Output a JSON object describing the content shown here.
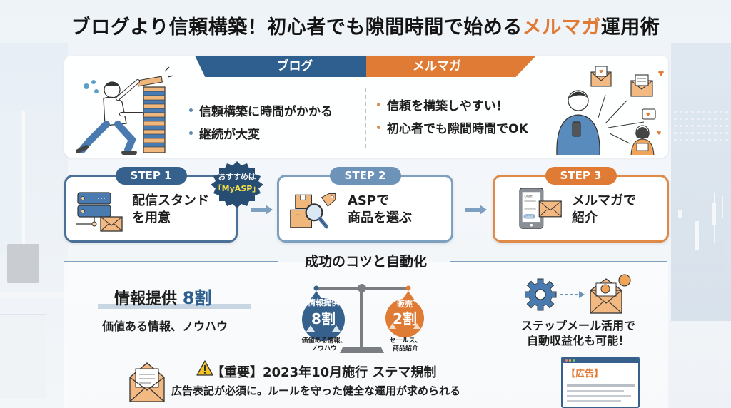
{
  "title": {
    "prefix": "ブログより信頼構築！初心者でも隙間時間で始める",
    "accent": "メルマガ",
    "suffix": "運用術"
  },
  "comparison": {
    "blog": {
      "tab": "ブログ",
      "points": [
        "信頼構築に時間がかかる",
        "継続が大変"
      ]
    },
    "mailmag": {
      "tab": "メルマガ",
      "points": [
        "信頼を構築しやすい！",
        "初心者でも隙間時間でOK"
      ]
    }
  },
  "steps": [
    {
      "label": "STEP 1",
      "line1": "配信スタンド",
      "line2": "を用意",
      "icon": "server-mail-icon"
    },
    {
      "label": "STEP 2",
      "line1": "ASPで",
      "line2": "商品を選ぶ",
      "icon": "box-search-icon"
    },
    {
      "label": "STEP 3",
      "line1": "メルマガで",
      "line2": "紹介",
      "icon": "phone-mail-icon"
    }
  ],
  "badge": {
    "line1": "おすすめは",
    "line2": "「MyASP」"
  },
  "phone_screen": {
    "draft": "Draft",
    "send": "Send"
  },
  "section": {
    "title": "成功のコツと自動化"
  },
  "info": {
    "title": "情報提供",
    "ratio": "8割",
    "subtitle": "価値ある情報、ノウハウ"
  },
  "scale": {
    "left": {
      "label": "情報提供",
      "ratio": "8割",
      "caption_1": "価値ある情報、",
      "caption_2": "ノウハウ",
      "share": 0.8
    },
    "right": {
      "label": "販売",
      "ratio": "2割",
      "caption_1": "セールス、",
      "caption_2": "商品紹介",
      "share": 0.2
    }
  },
  "automation": {
    "line1": "ステップメール活用で",
    "line2": "自動収益化も可能！"
  },
  "warning": {
    "title": "【重要】2023年10月施行 ステマ規制",
    "subtitle": "広告表記が必須に。ルールを守った健全な運用が求められる",
    "ad_label": "【広告】"
  },
  "colors": {
    "blue": "#2f5f8f",
    "orange": "#e07b35",
    "light_blue": "#6e93b8"
  }
}
